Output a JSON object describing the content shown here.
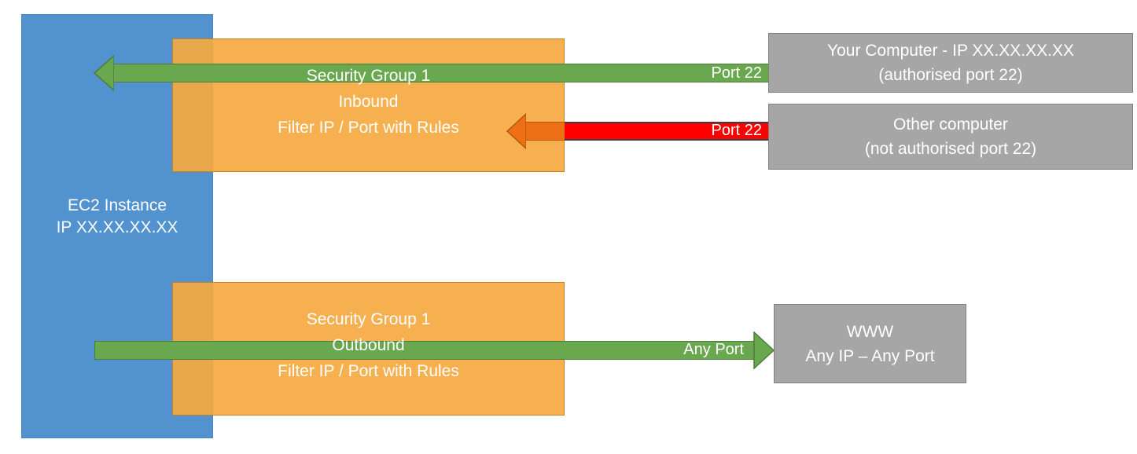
{
  "diagram": {
    "title": "AWS EC2 Security Group inbound and outbound filtering",
    "colors": {
      "ec2_blue": "#5292cf",
      "security_group_orange": "#f6a941",
      "allowed_green": "#6aa84f",
      "blocked_red": "#ff0000",
      "blocked_arrow_orange": "#ed7014",
      "endpoint_gray": "#a6a6a6",
      "text_white": "#ffffff"
    },
    "ec2": {
      "name": "ec2-instance",
      "line1": "EC2 Instance",
      "line2": "IP XX.XX.XX.XX",
      "label": "EC2 Instance\nIP XX.XX.XX.XX"
    },
    "security_groups": [
      {
        "id": "inbound",
        "line1": "Security Group 1",
        "line2": "Inbound",
        "line3": "Filter IP / Port with Rules",
        "label": "Security Group 1\nInbound\nFilter IP / Port with Rules"
      },
      {
        "id": "outbound",
        "line1": "Security Group 1",
        "line2": "Outbound",
        "line3": "Filter IP / Port with Rules",
        "label": "Security Group 1\nOutbound\nFilter IP / Port with Rules"
      }
    ],
    "flows": [
      {
        "id": "allowed-inbound",
        "direction": "inbound",
        "status": "allowed",
        "port_label": "Port 22",
        "color": "#6aa84f"
      },
      {
        "id": "blocked-inbound",
        "direction": "inbound",
        "status": "blocked",
        "port_label": "Port 22",
        "color": "#ff0000"
      },
      {
        "id": "allowed-outbound",
        "direction": "outbound",
        "status": "allowed",
        "port_label": "Any Port",
        "color": "#6aa84f"
      }
    ],
    "endpoints": [
      {
        "id": "your-computer",
        "line1": "Your Computer - IP XX.XX.XX.XX",
        "line2": "(authorised port 22)",
        "label": "Your Computer - IP XX.XX.XX.XX\n(authorised port 22)"
      },
      {
        "id": "other-computer",
        "line1": "Other computer",
        "line2": "(not authorised port 22)",
        "label": "Other computer\n(not authorised port 22)"
      },
      {
        "id": "www",
        "line1": "WWW",
        "line2": "Any IP – Any Port",
        "label": "WWW\nAny IP – Any Port"
      }
    ]
  }
}
